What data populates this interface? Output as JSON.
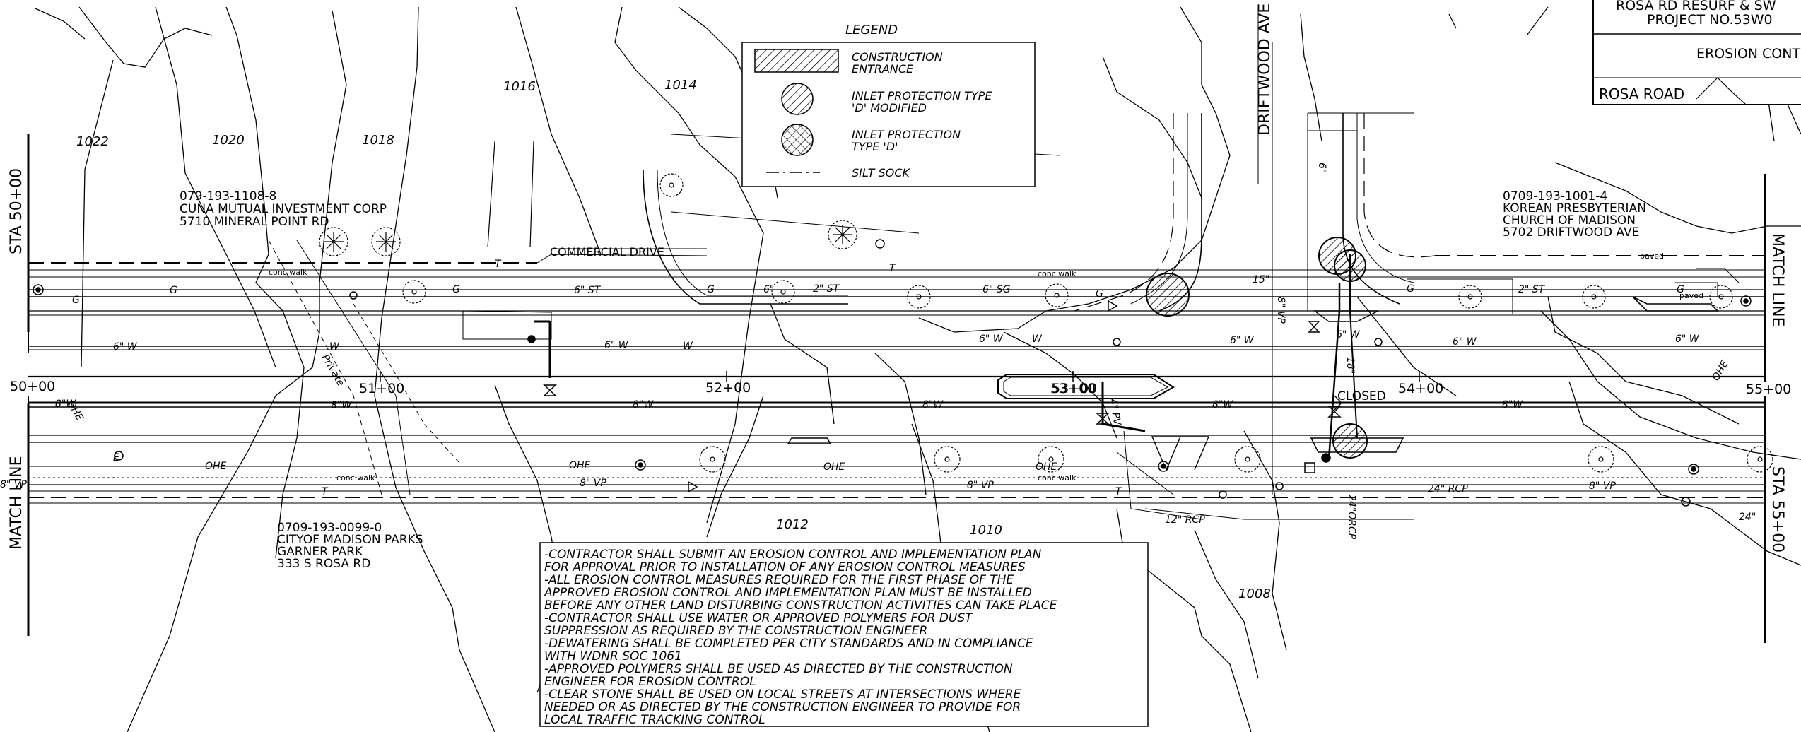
{
  "title_block": {
    "line1": "ROSA RD RESURF & SW",
    "line2": "PROJECT NO.53W0",
    "sheet_title": "EROSION CONT",
    "road_name": "ROSA ROAD"
  },
  "legend": {
    "heading": "LEGEND",
    "items": [
      {
        "label1": "CONSTRUCTION",
        "label2": "ENTRANCE",
        "symbol": "hatch-rectangle"
      },
      {
        "label1": "INLET PROTECTION TYPE",
        "label2": "'D' MODIFIED",
        "symbol": "hatch-circle"
      },
      {
        "label1": "INLET PROTECTION",
        "label2": "TYPE 'D'",
        "symbol": "crosshatch-circle"
      },
      {
        "label1": "SILT SOCK",
        "label2": "",
        "symbol": "dash-dot-line"
      }
    ]
  },
  "match_lines": {
    "left_station": "STA 50+00",
    "left_match": "MATCH LINE",
    "right_match": "MATCH LINE",
    "right_station": "STA 55+00"
  },
  "stations": [
    "50+00",
    "51+00",
    "52+00",
    "53+00",
    "54+00",
    "55+00"
  ],
  "contours": [
    "1022",
    "1020",
    "1018",
    "1016",
    "1014",
    "1012",
    "1010",
    "1008"
  ],
  "streets": {
    "driftwood": "DRIFTWOOD AVE",
    "commercial": "COMMERCIAL DRIVE"
  },
  "parcels": [
    {
      "id": "079-193-1108-8",
      "owner": "CUNA MUTUAL INVESTMENT CORP",
      "address": "5710 MINERAL POINT RD"
    },
    {
      "id": "0709-193-1001-4",
      "owner": "KOREAN PRESBYTERIAN",
      "owner2": "CHURCH OF MADISON",
      "address": "5702 DRIFTWOOD AVE"
    },
    {
      "id": "0709-193-0099-0",
      "owner": "CITYOF MADISON PARKS",
      "owner2": "GARNER PARK",
      "address": "333 S ROSA RD"
    }
  ],
  "utility_labels": {
    "san_6": "6\" ST",
    "san_2": "2\" ST",
    "storm_6": "6\" SG",
    "w_6": "6\" W",
    "w_8": "8\"W",
    "w_8b": "8\" W",
    "vp_8": "8\" VP",
    "vp_8b": "8\" VP",
    "vp_left": "8\" VP",
    "ohe": "OHE",
    "rcp_12": "12\" RCP",
    "rcp_24": "24\" RCP",
    "rcp_24b": "24\"",
    "orcp_24": "24\"ORCP",
    "st_15": "15\"",
    "st_18": "18\"",
    "vp_vert": "8\" VP",
    "pv_vert": "4\" PV",
    "closed": "CLOSED",
    "private": "Private",
    "conc_walk": "conc walk",
    "paved": "paved",
    "g": "G",
    "w": "W",
    "e": "E",
    "t": "T",
    "s6": "6\"",
    "w_short": "6\" W"
  },
  "notes": [
    "-CONTRACTOR SHALL SUBMIT AN EROSION CONTROL AND IMPLEMENTATION PLAN",
    "FOR APPROVAL PRIOR TO INSTALLATION OF ANY EROSION CONTROL MEASURES",
    "-ALL EROSION CONTROL MEASURES REQUIRED FOR THE FIRST PHASE OF THE",
    "APPROVED EROSION CONTROL AND IMPLEMENTATION PLAN MUST BE INSTALLED",
    " BEFORE ANY OTHER LAND DISTURBING CONSTRUCTION ACTIVITIES CAN TAKE PLACE",
    "-CONTRACTOR SHALL USE WATER OR APPROVED POLYMERS FOR DUST",
    "SUPPRESSION AS REQUIRED BY THE CONSTRUCTION ENGINEER",
    "-DEWATERING SHALL BE COMPLETED PER CITY STANDARDS AND IN COMPLIANCE",
    "WITH WDNR SOC 1061",
    "-APPROVED POLYMERS SHALL BE USED AS DIRECTED BY THE CONSTRUCTION",
    "ENGINEER FOR EROSION CONTROL",
    "-CLEAR STONE SHALL BE USED ON LOCAL STREETS AT INTERSECTIONS WHERE",
    "NEEDED OR AS DIRECTED BY THE CONSTRUCTION ENGINEER TO PROVIDE FOR",
    "LOCAL TRAFFIC TRACKING CONTROL"
  ]
}
